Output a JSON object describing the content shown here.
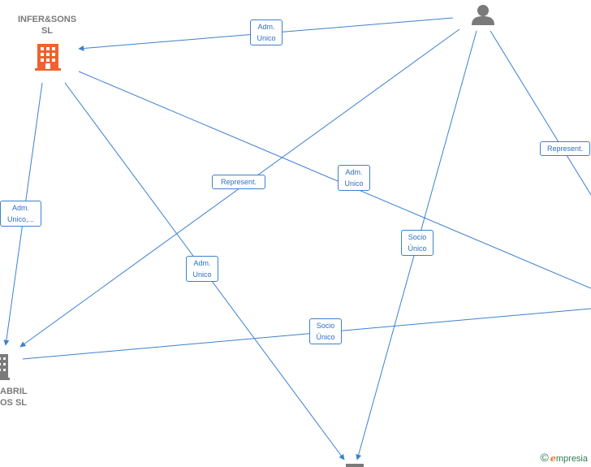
{
  "nodes": {
    "infer_sons": {
      "line1": "INFER&SONS",
      "line2": "SL"
    },
    "bottom_left": {
      "line1": "ABRIL",
      "line2": "OS  SL"
    }
  },
  "edge_labels": {
    "adm_unico_top": [
      "Adm.",
      "Unico"
    ],
    "represent_right": [
      "Represent."
    ],
    "represent_center": [
      "Represent."
    ],
    "adm_unico_center": [
      "Adm.",
      "Unico"
    ],
    "adm_unico_left": [
      "Adm.",
      "Unico,..."
    ],
    "socio_unico_right": [
      "Socio",
      "Único"
    ],
    "adm_unico_lower": [
      "Adm.",
      "Unico"
    ],
    "socio_unico_bottom": [
      "Socio",
      "Único"
    ]
  },
  "watermark": {
    "copyright": "©",
    "brand_initial": "e",
    "brand_rest": "mpresia"
  },
  "colors": {
    "edge": "#3d80cf",
    "company_highlight": "#f0622e",
    "company": "#7a7a7a",
    "person": "#7a7a7a"
  }
}
